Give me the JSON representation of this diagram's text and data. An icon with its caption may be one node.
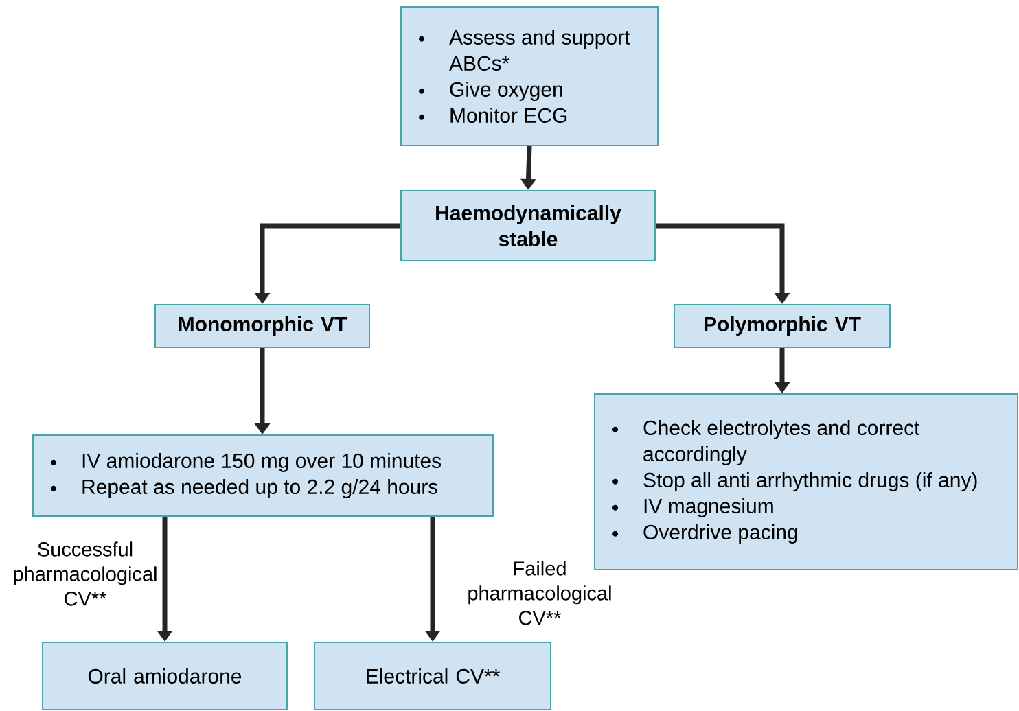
{
  "diagram": {
    "nodes": [
      {
        "text": [
          "Assess and support ABCs*",
          "Give oxygen",
          "Monitor ECG"
        ]
      },
      {
        "text": [
          "Haemodynamically stable"
        ]
      },
      {
        "text": [
          "Monomorphic VT"
        ]
      },
      {
        "text": [
          "Polymorphic VT"
        ]
      },
      {
        "text": [
          "IV amiodarone 150 mg over 10 minutes",
          "Repeat as needed up to 2.2 g/24 hours"
        ]
      },
      {
        "text": [
          "Check electrolytes and correct accordingly",
          "Stop all anti arrhythmic drugs (if any)",
          "IV magnesium",
          "Overdrive pacing"
        ]
      },
      {
        "text": [
          "Oral amiodarone"
        ]
      },
      {
        "text": [
          "Electrical CV**"
        ]
      }
    ],
    "edges": [
      {
        "from": 0,
        "to": 1,
        "arrow": "to"
      },
      {
        "from": 1,
        "to": 2,
        "arrow": "to"
      },
      {
        "from": 1,
        "to": 3,
        "arrow": "to"
      },
      {
        "from": 2,
        "to": 4,
        "arrow": "to"
      },
      {
        "from": 3,
        "to": 5,
        "arrow": "to"
      },
      {
        "from": 4,
        "to": 6,
        "arrow": "to",
        "label": "Successful pharmacological CV**"
      },
      {
        "from": 4,
        "to": 7,
        "arrow": "to",
        "label": "Failed pharmacological CV**"
      }
    ]
  }
}
